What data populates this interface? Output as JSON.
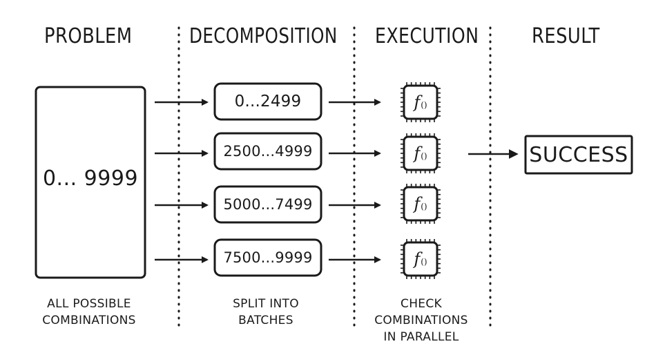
{
  "headers": {
    "problem": "PROBLEM",
    "decomposition": "DECOMPOSITION",
    "execution": "EXECUTION",
    "result": "RESULT"
  },
  "problem_box": {
    "label": "0... 9999"
  },
  "problem_caption": {
    "line1": "ALL POSSIBLE",
    "line2": "COMBINATIONS"
  },
  "batches": [
    {
      "label": "0...2499"
    },
    {
      "label": "2500...4999"
    },
    {
      "label": "5000...7499"
    },
    {
      "label": "7500...9999"
    }
  ],
  "decomposition_caption": {
    "line1": "SPLIT INTO",
    "line2": "BATCHES"
  },
  "function_label": {
    "name": "f",
    "args": "()"
  },
  "execution_caption": {
    "line1": "CHECK",
    "line2": "COMBINATIONS",
    "line3": "IN PARALLEL"
  },
  "result_box": {
    "label": "SUCCESS"
  },
  "colors": {
    "ink": "#1a1a1a",
    "background": "#ffffff"
  }
}
